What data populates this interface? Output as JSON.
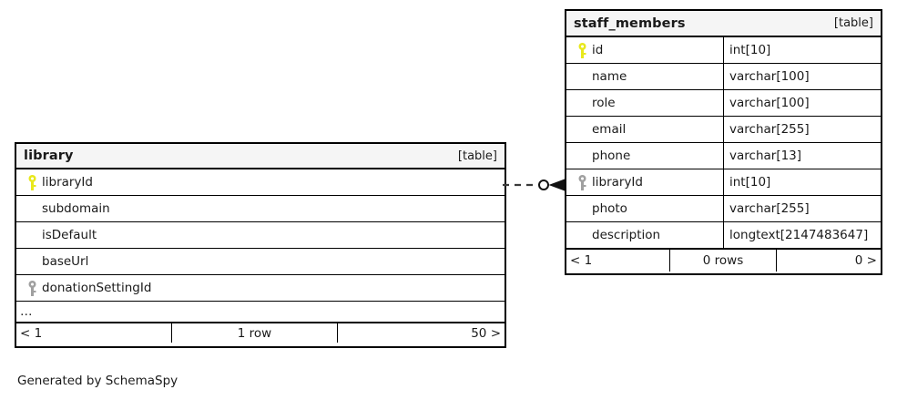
{
  "diagram": {
    "type": "entity-relationship-diagram",
    "generator_credit": "Generated by SchemaSpy",
    "background": "#ffffff",
    "header_background": "#f5f5f5",
    "border_color": "#000000",
    "primary_key_color": "#e8e81c",
    "foreign_key_color": "#a0a0a0"
  },
  "tables": [
    {
      "id": "library",
      "name": "library",
      "tag": "[table]",
      "columns": [
        {
          "name": "libraryId",
          "type": "",
          "key": "primary-key",
          "key_icon": "key-icon"
        },
        {
          "name": "subdomain",
          "type": "",
          "key": "none",
          "key_icon": ""
        },
        {
          "name": "isDefault",
          "type": "",
          "key": "none",
          "key_icon": ""
        },
        {
          "name": "baseUrl",
          "type": "",
          "key": "none",
          "key_icon": ""
        },
        {
          "name": "donationSettingId",
          "type": "",
          "key": "foreign-key",
          "key_icon": "key-icon"
        }
      ],
      "more_columns_indicator": "…",
      "footer": {
        "prev": "< 1",
        "rows": "1 row",
        "next": "50 >"
      }
    },
    {
      "id": "staff_members",
      "name": "staff_members",
      "tag": "[table]",
      "columns": [
        {
          "name": "id",
          "type": "int[10]",
          "key": "primary-key",
          "key_icon": "key-icon"
        },
        {
          "name": "name",
          "type": "varchar[100]",
          "key": "none",
          "key_icon": ""
        },
        {
          "name": "role",
          "type": "varchar[100]",
          "key": "none",
          "key_icon": ""
        },
        {
          "name": "email",
          "type": "varchar[255]",
          "key": "none",
          "key_icon": ""
        },
        {
          "name": "phone",
          "type": "varchar[13]",
          "key": "none",
          "key_icon": ""
        },
        {
          "name": "libraryId",
          "type": "int[10]",
          "key": "foreign-key",
          "key_icon": "key-icon"
        },
        {
          "name": "photo",
          "type": "varchar[255]",
          "key": "none",
          "key_icon": ""
        },
        {
          "name": "description",
          "type": "longtext[2147483647]",
          "key": "none",
          "key_icon": ""
        }
      ],
      "more_columns_indicator": "",
      "footer": {
        "prev": "< 1",
        "rows": "0 rows",
        "next": "0 >"
      }
    }
  ],
  "relationships": [
    {
      "from_table": "library",
      "from_column": "libraryId",
      "to_table": "staff_members",
      "to_column": "libraryId",
      "line_style": "dashed",
      "from_cardinality": "zero-or-one",
      "to_cardinality": "many"
    }
  ]
}
